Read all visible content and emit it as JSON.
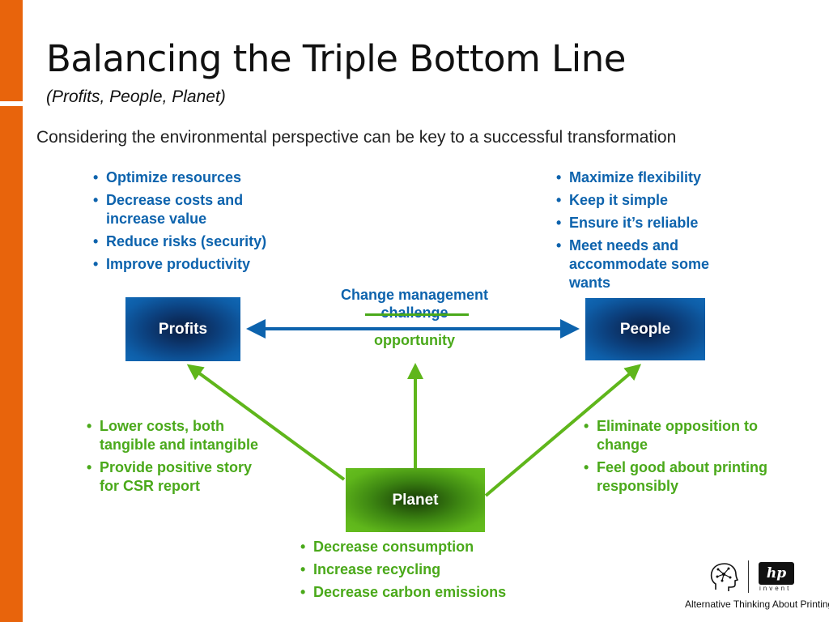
{
  "header": {
    "title": "Balancing the Triple Bottom Line",
    "subtitle": "(Profits, People, Planet)",
    "tagline": "Considering the environmental perspective can be key to a successful transformation"
  },
  "boxes": {
    "profits": "Profits",
    "people": "People",
    "planet": "Planet"
  },
  "profits_list": [
    "Optimize resources",
    "Decrease costs and increase value",
    "Reduce risks (security)",
    "Improve productivity"
  ],
  "people_list": [
    "Maximize flexibility",
    "Keep it simple",
    "Ensure it’s reliable",
    "Meet needs and accommodate some wants"
  ],
  "planet_to_profits_list": [
    "Lower costs, both tangible and intangible",
    "Provide positive story for CSR report"
  ],
  "planet_to_people_list": [
    "Eliminate opposition to change",
    "Feel good about printing responsibly"
  ],
  "planet_list": [
    "Decrease consumption",
    "Increase recycling",
    "Decrease carbon emissions"
  ],
  "center": {
    "line1": "Change management",
    "struck": "challenge",
    "replacement": "opportunity"
  },
  "footer": {
    "brand": "hp",
    "invent": "invent",
    "slogan": "Alternative Thinking About Printing"
  },
  "colors": {
    "accent_orange": "#e8640c",
    "blue": "#0d63ad",
    "green": "#4aa91a"
  }
}
